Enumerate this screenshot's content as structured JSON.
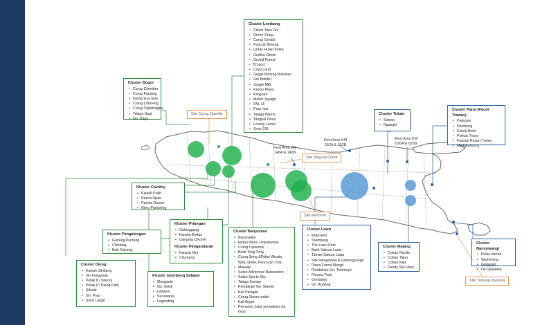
{
  "clusters": {
    "lembang": {
      "title": "Cluster Lembang",
      "items": [
        "Cikole Jaya Giri",
        "Green Grass",
        "Curug Cimahi",
        "Puncak Bintang",
        "Lintas Hutan Indah",
        "Grafika Cikole",
        "Orchid Forest",
        "B'Land",
        "Cozy Land",
        "Gegar Bintang Matahari",
        "Giri Bambu",
        "Jungle Milk",
        "Kebon Pines",
        "Kilogram",
        "Melati Jayagiri",
        "PAL 16",
        "Pasir Ipis",
        "Talaga Warna",
        "Tangkal Pinus",
        "Lorong Lumut",
        "Zone 235"
      ]
    },
    "bogor": {
      "title": "Kluster Bogor",
      "items": [
        "Curug Cilember",
        "Curug Panjang",
        "Sentul Eco Edu",
        "Curug Cibereng",
        "Curug Cipamingkis",
        "Talaga Saat",
        "Gn. Dago"
      ]
    },
    "ciwidey": {
      "title": "Kluster Ciwidey",
      "items": [
        "Kawah Putih",
        "Ranca Upas",
        "Patuha Resort",
        "Nimo Punceling"
      ]
    },
    "pangalengan": {
      "title": "Kluster Pangalengan",
      "items": [
        "Gunung Puntang",
        "Cibolang",
        "Bisk Rahong"
      ]
    },
    "priangan": {
      "title": "Kluster Priangan",
      "items": [
        "Galunggung",
        "Karaha Bodas",
        "Lamping Cikorek"
      ]
    },
    "pangandaran": {
      "title": "Kluster Pangandaran",
      "items": [
        "Karang Nini",
        "Citumang"
      ]
    },
    "dieng": {
      "title": "Cluster Dieng",
      "items": [
        "Kawah Sikidang",
        "Gn Pangonan",
        "Petak 8 / Siterus",
        "Petak 9 / Dieng Park",
        "Sikunir",
        "Gn. Prau",
        "Soko Langit"
      ]
    },
    "gombong": {
      "title": "Kluster Gombong Selatan",
      "items": [
        "Mengantri",
        "Gn. Selok",
        "Lampon",
        "Surumanis",
        "Logending"
      ]
    },
    "banyumas": {
      "title": "Cluster Banyumas",
      "items": [
        "Baturraden",
        "Hutan Pinus Limpakuwus",
        "Curug Cipendok",
        "Bukit Tong Tong",
        "Curug Song &Paket Wisata Watu Gede, Pancuran Tirta",
        "Miasapi",
        "Safari Adventure Baturraden",
        "Safari Sea to Sky",
        "Telaga Kumpe",
        "Pendakian Gn. Slamet",
        "Kali Paingan",
        "Curug Sinom indah",
        "Kali Anget",
        "Pemandu Jalur pendakian via Guci"
      ]
    },
    "lawu": {
      "title": "Cluster Lawu",
      "items": [
        "Mojosemi",
        "Srambang",
        "The Lawu Park",
        "Bukit Sakura Lawu",
        "Taman Sakura Lawu",
        "Site Vanaprasta & Gedongsongo",
        "Pinea Forest Mangli",
        "Pendakian Gn. Telomoyo",
        "Pinusia Park",
        "Gondarijo",
        "Gn. Andong"
      ]
    },
    "tuban": {
      "title": "Cluster Tuban",
      "items": [
        "Sowan,",
        "Ngangiri"
      ]
    },
    "patra": {
      "title": "Cluster Patra (Pacet-Trawas)",
      "items": [
        "Padusan",
        "Dlundung",
        "Kakek Bodo",
        "Puthuk Truno",
        "Foreste Resort Tretes",
        "Madakaripura"
      ]
    },
    "malang": {
      "title": "Cluster Malang",
      "items": [
        "Coban Rondo",
        "Coban Talun",
        "Coban Rais",
        "Dendy Sky View"
      ]
    },
    "banyuwangi": {
      "title": "Cluster Banyuwangi",
      "items": [
        "Pulau Merah",
        "Wedi Ireng",
        "Grajagan",
        "De Djawatan"
      ]
    }
  },
  "sites": {
    "curug_ogentis": "Site Curug Ogentis",
    "tanjung_duriat": "Site Tanjung Duriat",
    "menoreh": "Site Menoreh",
    "tanjung_papuma": "Site Tanjung Papuma"
  },
  "rest_areas": {
    "km_146": [
      "Rest Area KM",
      "146A & 146B"
    ],
    "km_552": [
      "Rest Area KM",
      "552A & 552B"
    ],
    "km_626": [
      "Rest Area KM",
      "626A & 626B"
    ]
  },
  "colors": {
    "bar": "#1d3a63",
    "island_fill": "#ffffff",
    "island_stroke": "#666666",
    "green": "#1fb04a",
    "blue": "#5b9bd5",
    "green_box": "#2e8b3e",
    "blue_box": "#2b5f9e",
    "orange_box": "#e09a5a"
  }
}
